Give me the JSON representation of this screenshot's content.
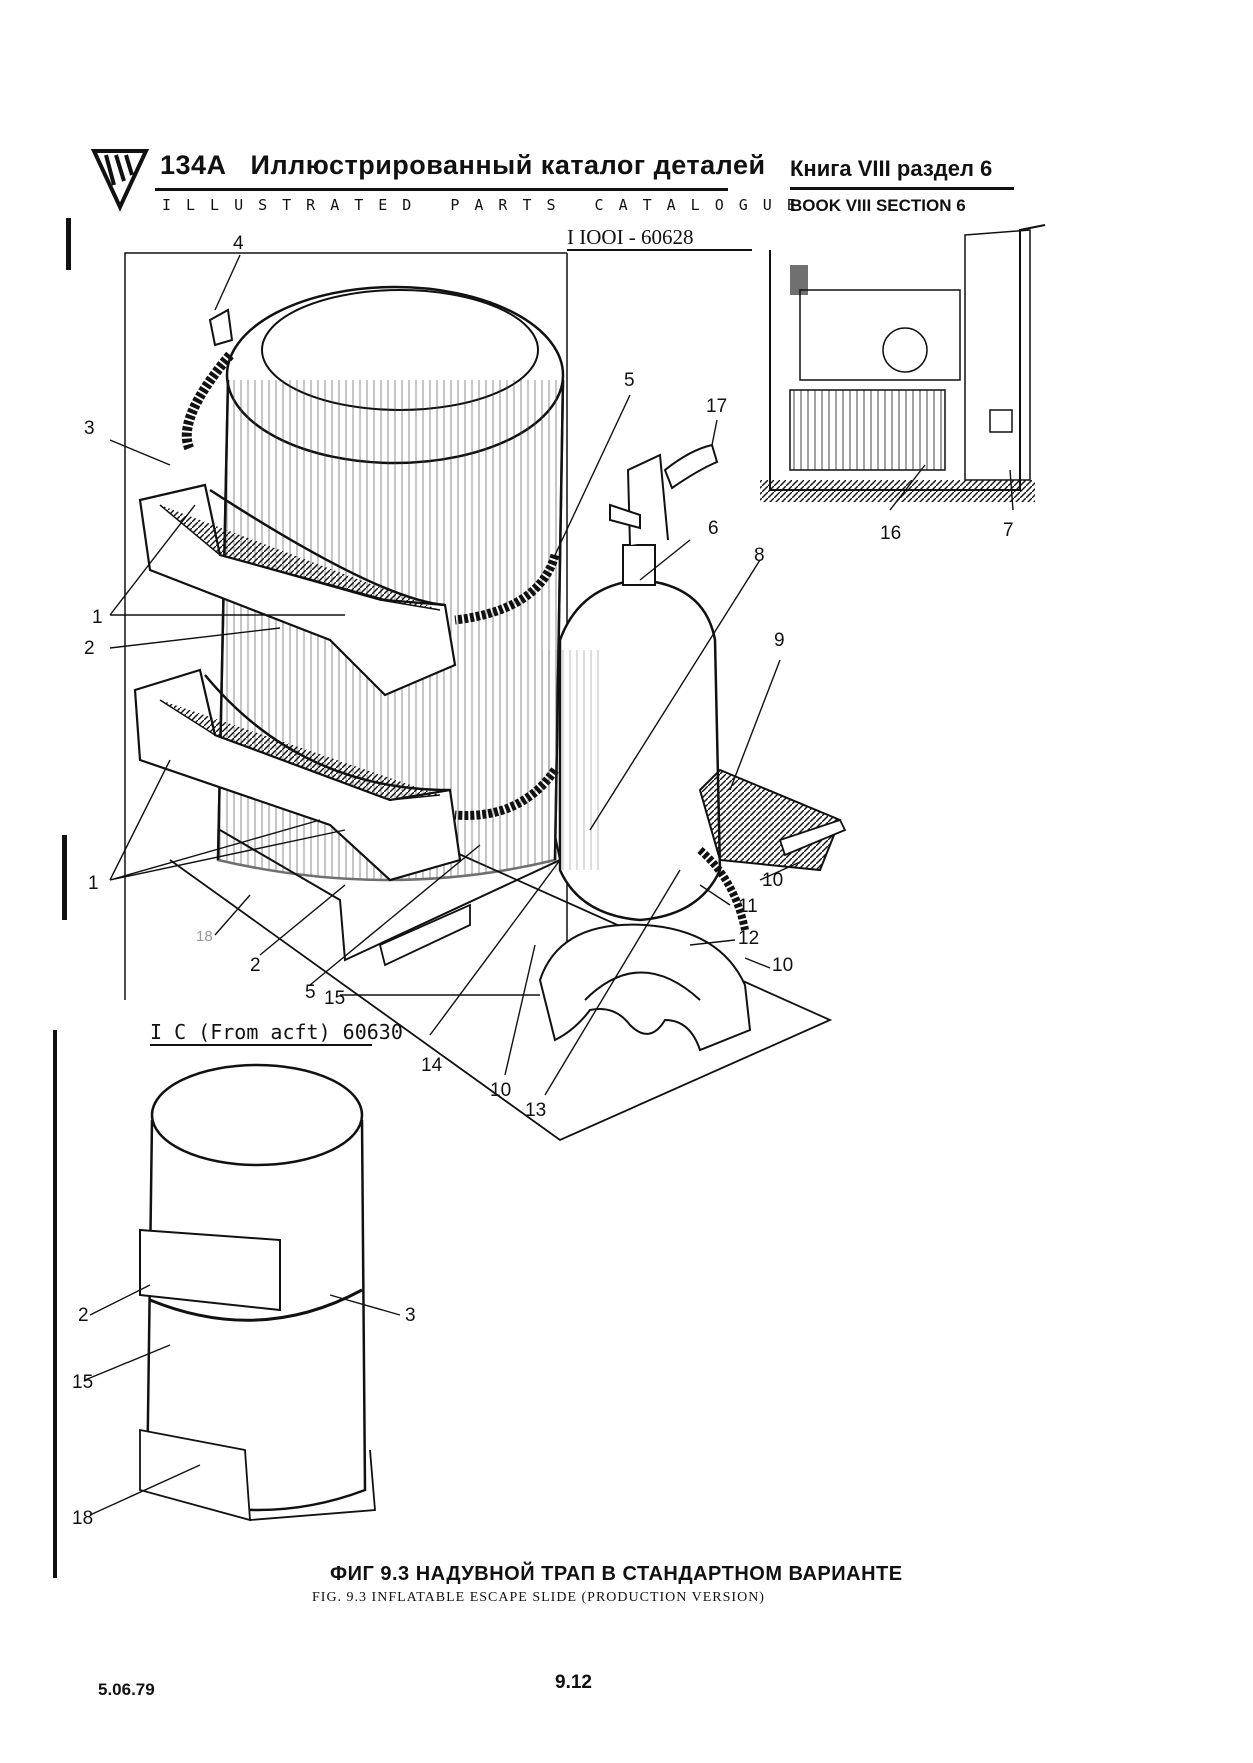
{
  "header": {
    "model": "134A",
    "title_ru": "Иллюстрированный  каталог деталей",
    "title_en": "ILLUSTRATED PARTS CATALOGUE",
    "book_ru": "Книга VIII раздел  6",
    "book_en": "BOOK VIII SECTION 6"
  },
  "effectivity": {
    "upper": "I  IOOI - 60628",
    "lower": "I  C (From acft) 60630"
  },
  "callouts_upper": [
    "4",
    "3",
    "5",
    "17",
    "6",
    "8",
    "9",
    "1",
    "2",
    "1",
    "10",
    "11",
    "12",
    "10",
    "2",
    "5",
    "15",
    "14",
    "10",
    "13",
    "18"
  ],
  "callouts_inset": [
    "16",
    "7"
  ],
  "callouts_lower": [
    "2",
    "3",
    "15",
    "18"
  ],
  "caption": {
    "ru": "ФИГ 9.3  НАДУВНОЙ   ТРАП В СТАНДАРТНОМ ВАРИАНТЕ",
    "en": "FIG. 9.3 INFLATABLE ESCAPE SLIDE (PRODUCTION VERSION)"
  },
  "footer": {
    "date": "5.06.79",
    "page": "9.12"
  }
}
